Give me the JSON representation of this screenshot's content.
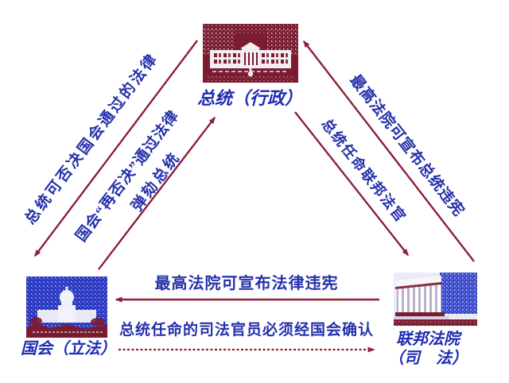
{
  "diagram": {
    "subject": "separation-of-powers",
    "colors": {
      "label_text_blue": "#2531aa",
      "node_label_blue": "#1f2cb5",
      "arrow_maroon": "#8c2138",
      "whitehouse_maroon": "#7a1b31",
      "capitol_sky_blue": "#2a38c0",
      "court_sky_blue": "#3d4cc8",
      "background": "#ffffff"
    },
    "nodes": {
      "president": {
        "label": "总统（行政）",
        "image": "white-house"
      },
      "congress": {
        "label": "国会（立法）",
        "image": "us-capitol"
      },
      "court": {
        "label_line1": "联邦法院",
        "label_line2": "（司　法）",
        "image": "supreme-court"
      }
    },
    "edges": {
      "veto": {
        "label": "总统可否决国会通过的法律",
        "from": "president",
        "to": "congress",
        "style": "solid"
      },
      "override": {
        "label": "国会“再否决”通过法律",
        "from": "congress",
        "to": "president",
        "style": "solid"
      },
      "impeach": {
        "label": "弹劾总统",
        "from": "congress",
        "to": "president",
        "style": "solid"
      },
      "declare_president_unconstitutional": {
        "label": "最高法院可宣布总统违宪",
        "from": "court",
        "to": "president",
        "style": "solid"
      },
      "appoint_judges": {
        "label": "总统任命联邦法官",
        "from": "president",
        "to": "court",
        "style": "solid"
      },
      "declare_laws_unconstitutional": {
        "label": "最高法院可宣布法律违宪",
        "from": "court",
        "to": "congress",
        "style": "solid"
      },
      "confirm_officials": {
        "label": "总统任命的司法官员必须经国会确认",
        "from": "congress",
        "to": "court",
        "style": "dashed"
      }
    }
  }
}
